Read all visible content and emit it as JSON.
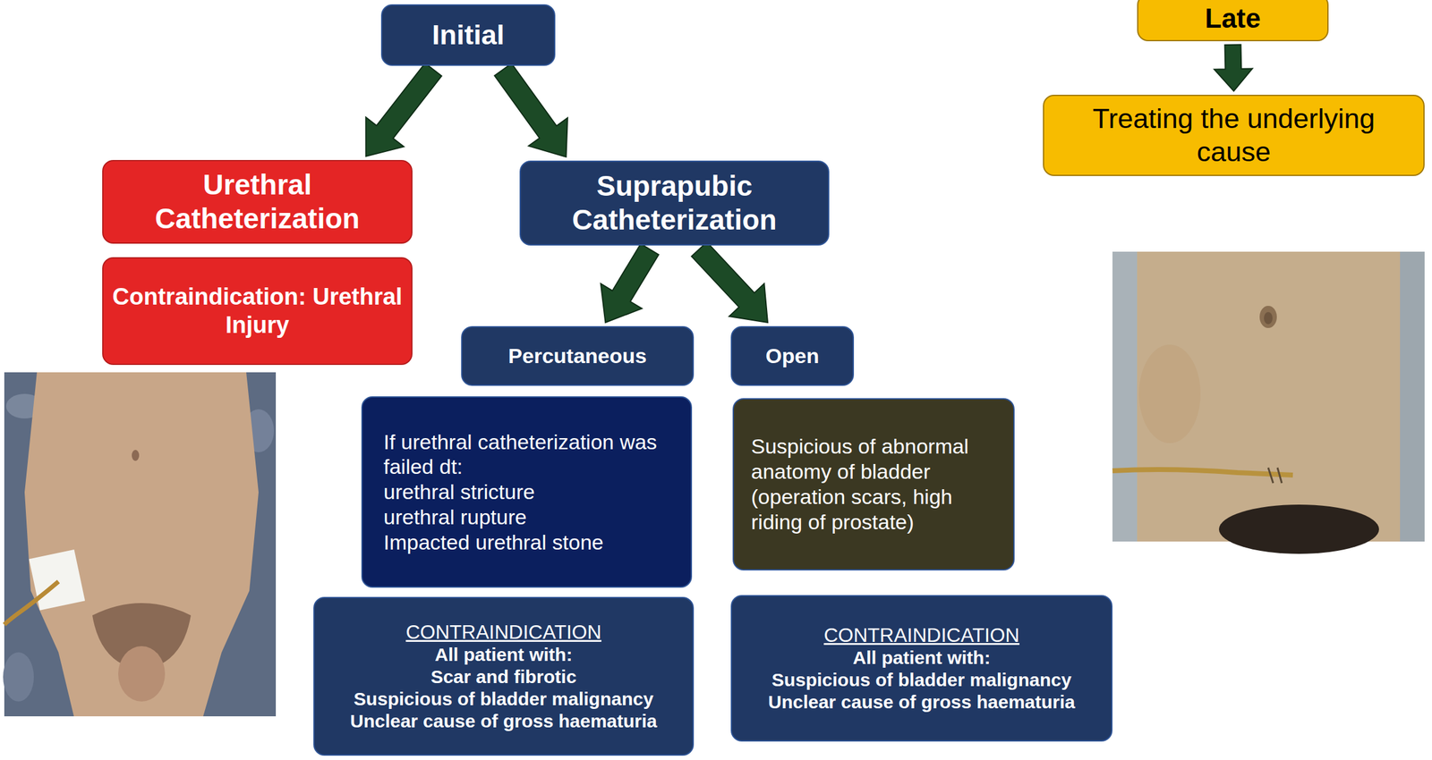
{
  "diagram": {
    "nodes": [
      {
        "text": [
          "Initial"
        ]
      },
      {
        "text": [
          "Urethral Catheterization"
        ]
      },
      {
        "text": [
          "Contraindication: Urethral Injury"
        ]
      },
      {
        "text": [
          "Suprapubic Catheterization"
        ]
      },
      {
        "text": [
          "Percutaneous"
        ]
      },
      {
        "text": [
          "Open"
        ]
      },
      {
        "text": [
          "If urethral catheterization was failed dt:",
          "urethral stricture",
          "urethral rupture",
          "Impacted urethral stone"
        ]
      },
      {
        "text": [
          "Suspicious of abnormal anatomy of bladder (operation scars, high riding of prostate)"
        ]
      },
      {
        "text": [
          "CONTRAINDICATION",
          "All patient with:",
          "Scar and fibrotic",
          "Suspicious of bladder malignancy",
          "Unclear cause of gross haematuria"
        ]
      },
      {
        "text": [
          "CONTRAINDICATION",
          "All patient with:",
          "Suspicious of bladder malignancy",
          "Unclear cause of gross haematuria"
        ]
      },
      {
        "text": [
          "Late"
        ]
      },
      {
        "text": [
          "Treating the underlying cause"
        ]
      }
    ],
    "edges": [
      {
        "from": 0,
        "to": 1,
        "arrow": "to"
      },
      {
        "from": 0,
        "to": 3,
        "arrow": "to"
      },
      {
        "from": 3,
        "to": 4,
        "arrow": "to"
      },
      {
        "from": 3,
        "to": 5,
        "arrow": "to"
      },
      {
        "from": 10,
        "to": 11,
        "arrow": "to"
      }
    ]
  }
}
